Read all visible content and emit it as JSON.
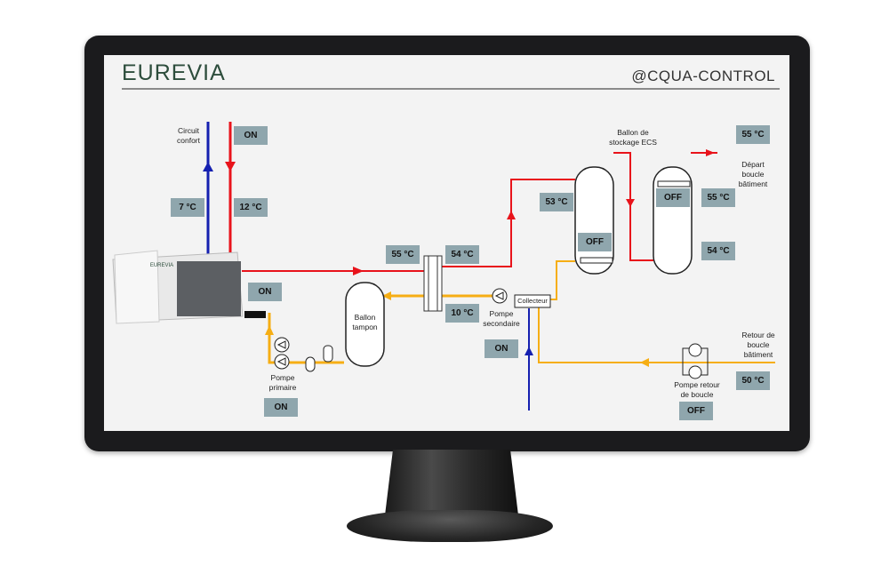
{
  "header": {
    "logo": "EUREVIA",
    "app_title": "@CQUA-CONTROL"
  },
  "labels": {
    "circuit_confort": "Circuit\nconfort",
    "ballon_stockage": "Ballon de\nstockage ECS",
    "depart_boucle": "Départ\nboucle\nbâtiment",
    "retour_boucle": "Retour de\nboucle\nbâtiment",
    "ballon_tampon": "Ballon\ntampon",
    "pompe_primaire": "Pompe\nprimaire",
    "pompe_secondaire": "Pompe\nsecondaire",
    "pompe_retour": "Pompe retour\nde boucle",
    "collecteur": "Collecteur",
    "chiller_logo": "EUREVIA"
  },
  "values": {
    "circuit_state": "ON",
    "cold_return_temp": "7 °C",
    "hot_feed_temp": "12 °C",
    "heat_pump_state": "ON",
    "exchanger_in_temp": "55 °C",
    "exchanger_out_temp": "54 °C",
    "secondary_return_temp": "10 °C",
    "pompe_secondaire_state": "ON",
    "pompe_primaire_state": "ON",
    "tank1_temp": "53 °C",
    "tank1_state": "OFF",
    "tank2_state": "OFF",
    "tank2_top_temp": "55 °C",
    "tank2_bottom_temp": "54 °C",
    "depart_temp": "55 °C",
    "retour_temp": "50 °C",
    "pompe_retour_state": "OFF"
  },
  "colors": {
    "hot": "#e8131b",
    "cold": "#1520b0",
    "warm": "#f6ae14",
    "badge": "#8fa6ad",
    "brand": "#2d4d3c"
  }
}
